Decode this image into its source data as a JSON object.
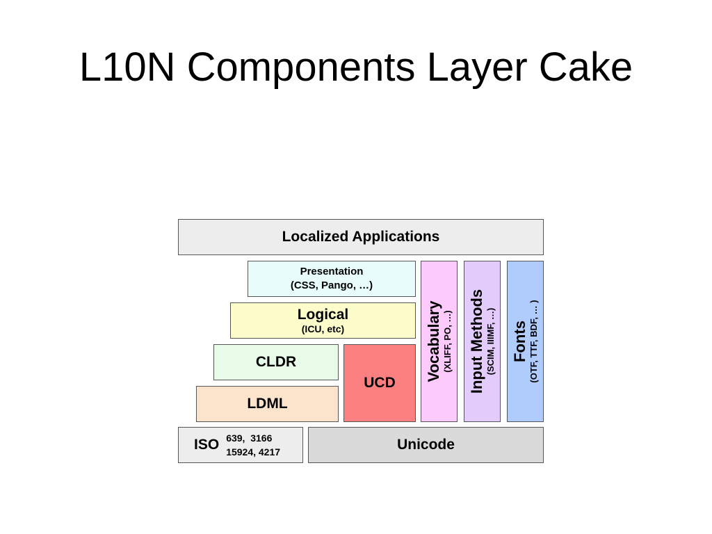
{
  "title": "L10N Components Layer Cake",
  "colors": {
    "localized_apps": "#ededed",
    "presentation": "#e8fcfc",
    "logical": "#fdfdcb",
    "cldr": "#e8fbe8",
    "ldml": "#fce4cc",
    "ucd": "#fc8080",
    "vocabulary": "#fccbfc",
    "input_methods": "#e3cbfb",
    "fonts": "#b0ccfd",
    "iso": "#ededed",
    "unicode": "#dadada"
  },
  "layers": {
    "localized_apps": {
      "label": "Localized Applications"
    },
    "presentation": {
      "label": "Presentation",
      "sub": "(CSS, Pango, …)"
    },
    "logical": {
      "label": "Logical",
      "sub": "(ICU, etc)"
    },
    "cldr": {
      "label": "CLDR"
    },
    "ldml": {
      "label": "LDML"
    },
    "ucd": {
      "label": "UCD"
    },
    "vocabulary": {
      "label": "Vocabulary",
      "sub": "(XLIFF, PO, …)"
    },
    "input_methods": {
      "label": "Input Methods",
      "sub": "(SCIM, IIIMF, …)"
    },
    "fonts": {
      "label": "Fonts",
      "sub": "(OTF, TTF, BDF, … )"
    },
    "iso": {
      "label": "ISO",
      "codes_line1": "639,  3166",
      "codes_line2": "15924, 4217"
    },
    "unicode": {
      "label": "Unicode"
    }
  }
}
